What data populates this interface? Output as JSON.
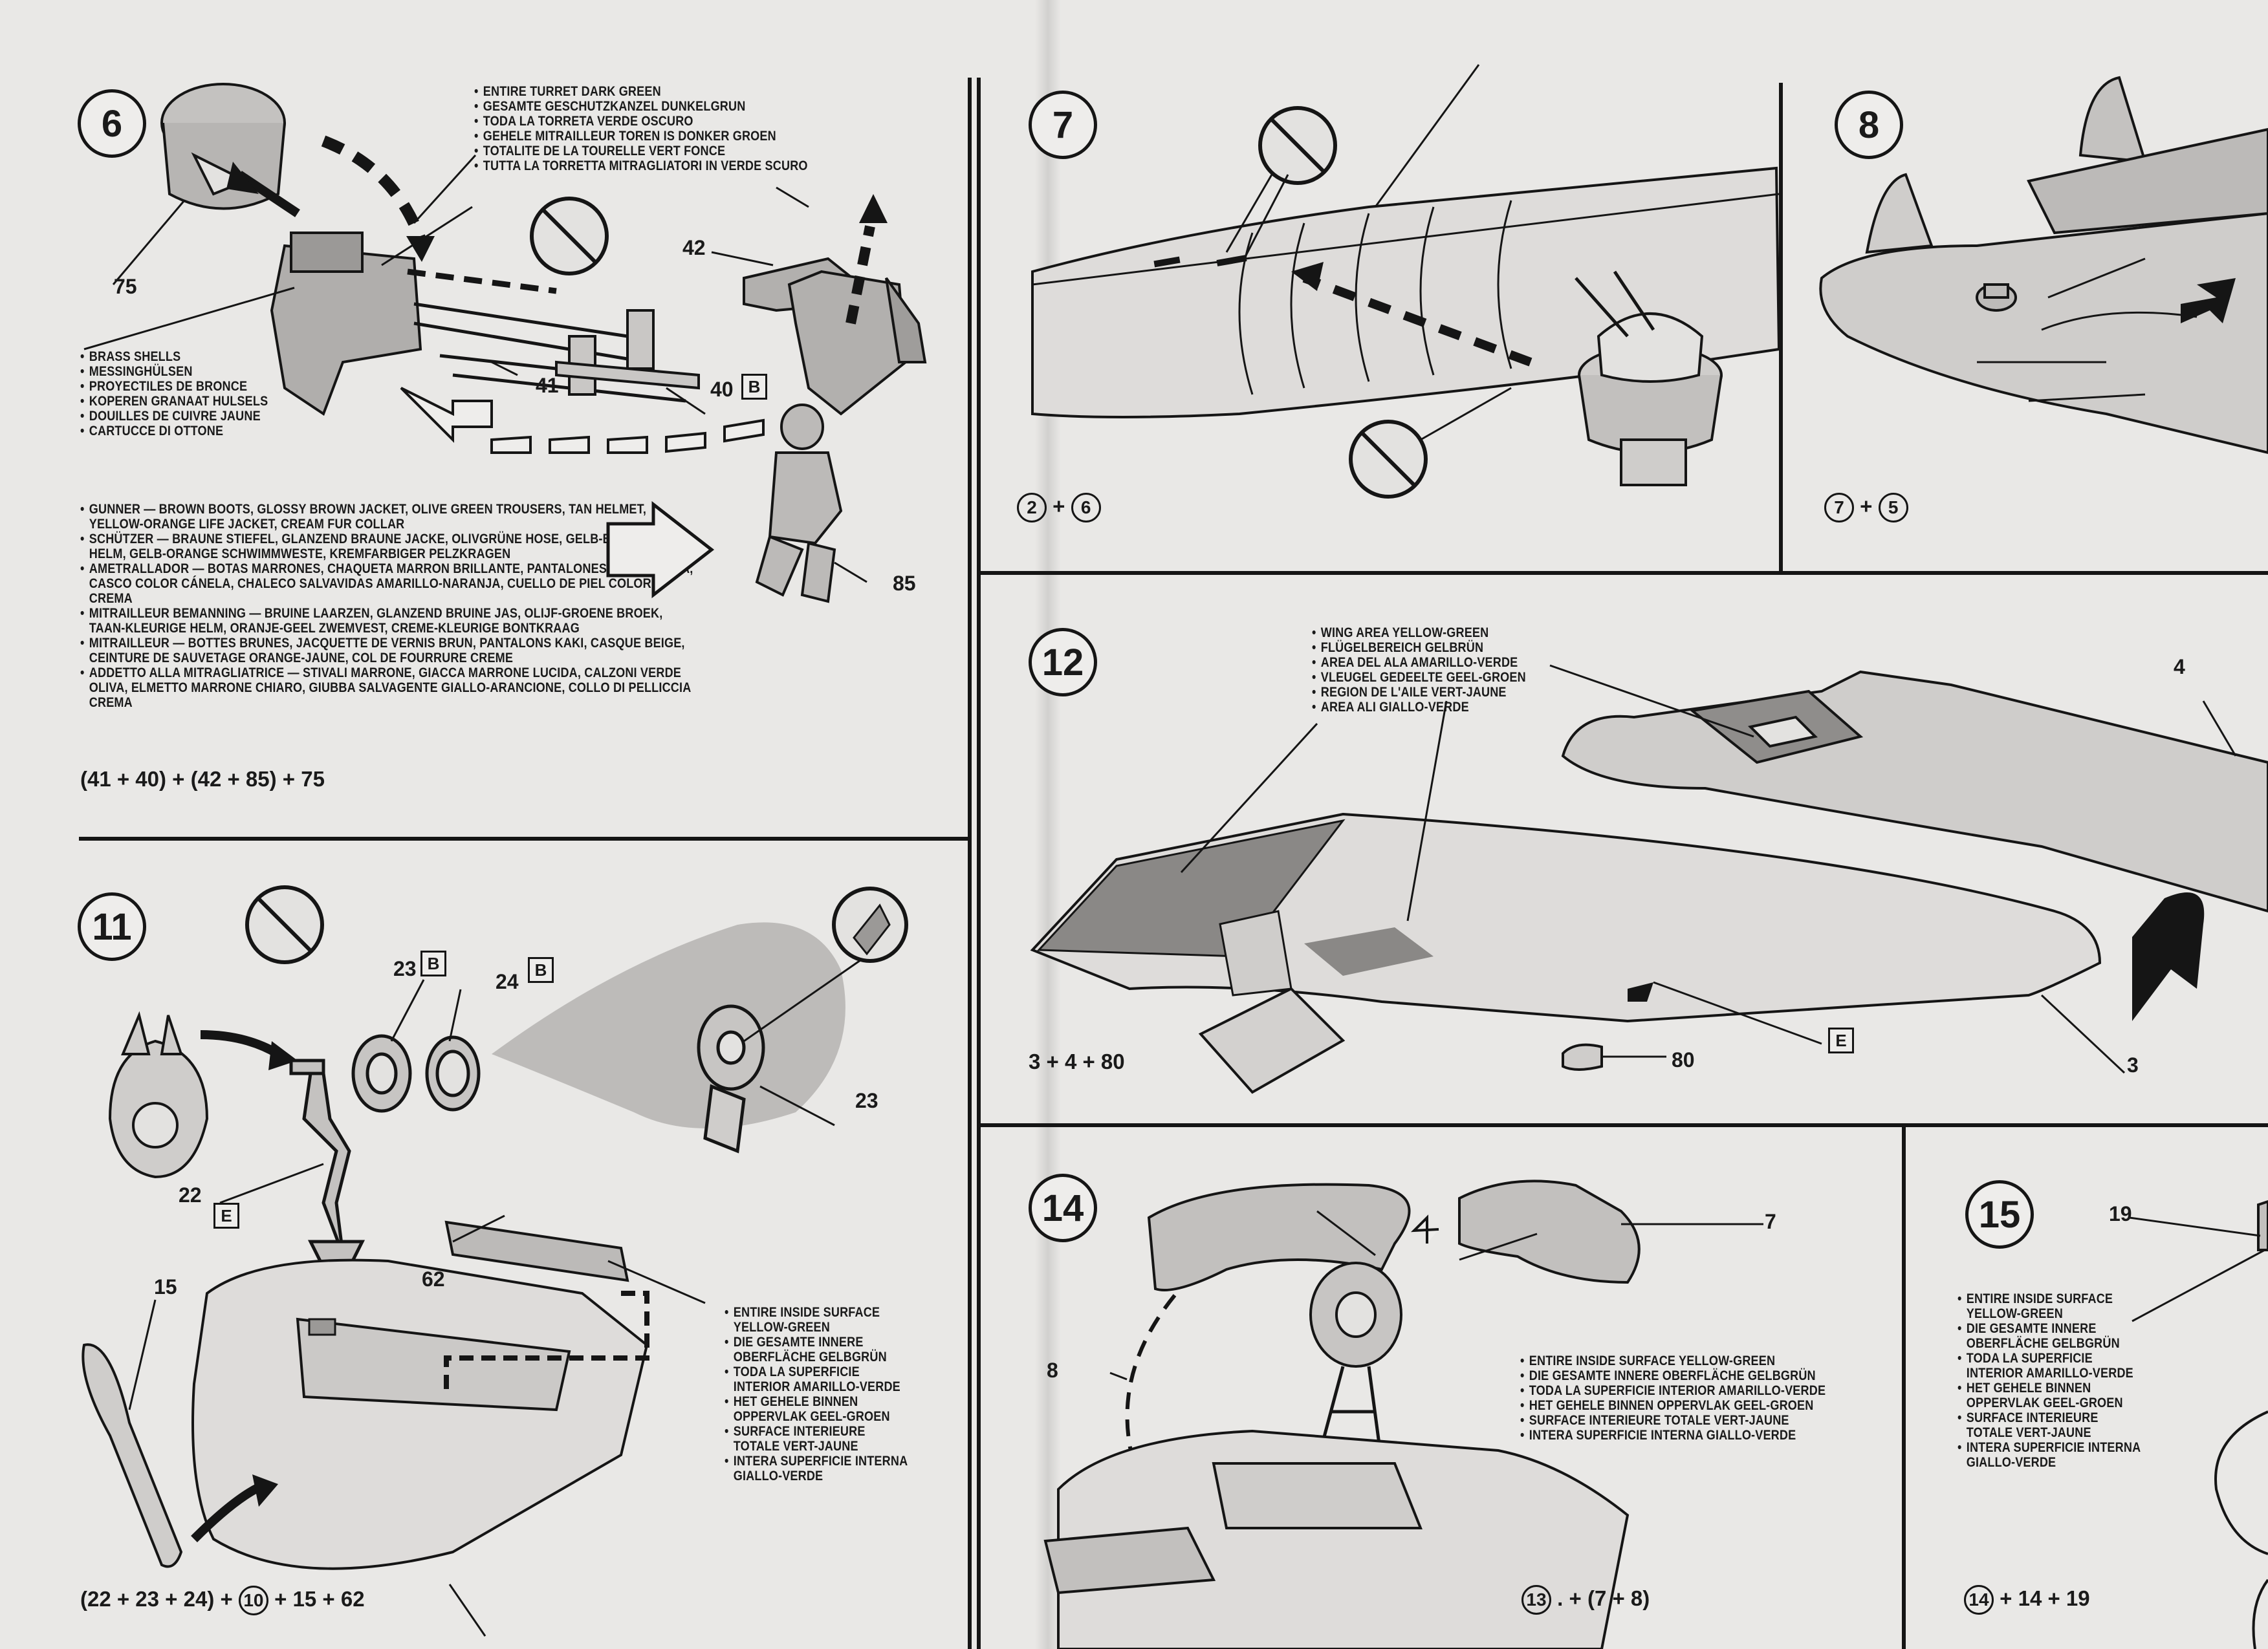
{
  "steps": {
    "s6": {
      "number": "6",
      "turret_note": [
        "ENTIRE TURRET DARK GREEN",
        "GESAMTE GESCHUTZKANZEL DUNKELGRUN",
        "TODA LA TORRETA VERDE OSCURO",
        "GEHELE MITRAILLEUR TOREN IS DONKER GROEN",
        "TOTALITE DE LA TOURELLE VERT FONCE",
        "TUTTA LA TORRETTA MITRAGLIATORI IN VERDE SCURO"
      ],
      "shells_note": [
        "BRASS SHELLS",
        "MESSINGHÜLSEN",
        "PROYECTILES DE BRONCE",
        "KOPEREN GRANAAT HULSELS",
        "DOUILLES DE CUIVRE JAUNE",
        "CARTUCCE DI OTTONE"
      ],
      "gunner_note": [
        "GUNNER — BROWN BOOTS, GLOSSY BROWN JACKET, OLIVE GREEN TROUSERS, TAN HELMET, YELLOW-ORANGE LIFE JACKET, CREAM FUR COLLAR",
        "SCHÜTZER — BRAUNE STIEFEL, GLANZEND BRAUNE JACKE, OLIVGRÜNE HOSE, GELB-BRAUNER HELM, GELB-ORANGE SCHWIMMWESTE, KREMFARBIGER PELZKRAGEN",
        "AMETRALLADOR — BOTAS MARRONES, CHAQUETA MARRON BRILLANTE, PANTALONES VERDE OLIVA, CASCO COLOR CÁNELA, CHALECO SALVAVIDAS AMARILLO-NARANJA, CUELLO DE PIEL COLOR CREMA",
        "MITRAILLEUR BEMANNING — BRUINE LAARZEN, GLANZEND BRUINE JAS, OLIJF-GROENE BROEK, TAAN-KLEURIGE HELM, ORANJE-GEEL ZWEMVEST, CREME-KLEURIGE BONTKRAAG",
        "MITRAILLEUR — BOTTES BRUNES, JACQUETTE DE VERNIS BRUN, PANTALONS KAKI, CASQUE BEIGE, CEINTURE DE SAUVETAGE ORANGE-JAUNE, COL DE FOURRURE CREME",
        "ADDETTO ALLA MITRAGLIATRICE — STIVALI MARRONE, GIACCA MARRONE LUCIDA, CALZONI VERDE OLIVA, ELMETTO MARRONE CHIARO, GIUBBA SALVAGENTE GIALLO-ARANCIONE, COLLO DI PELLICCIA CREMA"
      ],
      "parts": {
        "p75": "75",
        "p42": "42",
        "p41": "41",
        "p40": "40",
        "p85": "85",
        "tagB": "B"
      },
      "formula": "(41 + 40) + (42 + 85) + 75"
    },
    "s7": {
      "number": "7",
      "formula_a": "2",
      "formula_plus": "+",
      "formula_b": "6"
    },
    "s8": {
      "number": "8",
      "formula_a": "7",
      "formula_plus": "+",
      "formula_b": "5"
    },
    "s11": {
      "number": "11",
      "inside_note": [
        "ENTIRE INSIDE SURFACE YELLOW-GREEN",
        "DIE GESAMTE INNERE OBERFLÄCHE GELBGRÜN",
        "TODA LA SUPERFICIE INTERIOR AMARILLO-VERDE",
        "HET GEHELE BINNEN OPPERVLAK GEEL-GROEN",
        "SURFACE INTERIEURE TOTALE VERT-JAUNE",
        "INTERA SUPERFICIE INTERNA GIALLO-VERDE"
      ],
      "parts": {
        "p23": "23",
        "p24": "24",
        "p22": "22",
        "p15": "15",
        "p62": "62",
        "p23b": "23",
        "tagB": "B",
        "tagE": "E"
      },
      "formula_pre": "(22 + 23 + 24) +",
      "formula_circ": "10",
      "formula_post": "+ 15 + 62"
    },
    "s12": {
      "number": "12",
      "wing_note": [
        "WING AREA YELLOW-GREEN",
        "FLÜGELBEREICH GELBRÜN",
        "AREA DEL ALA AMARILLO-VERDE",
        "VLEUGEL GEDEELTE GEEL-GROEN",
        "REGION DE L'AILE VERT-JAUNE",
        "AREA ALI GIALLO-VERDE"
      ],
      "parts": {
        "p4": "4",
        "p3": "3",
        "p80": "80",
        "tagE": "E"
      },
      "formula": "3 + 4 + 80"
    },
    "s14": {
      "number": "14",
      "inside_note": [
        "ENTIRE INSIDE SURFACE YELLOW-GREEN",
        "DIE GESAMTE INNERE OBERFLÄCHE GELBGRÜN",
        "TODA LA SUPERFICIE INTERIOR AMARILLO-VERDE",
        "HET GEHELE BINNEN OPPERVLAK GEEL-GROEN",
        "SURFACE INTERIEURE TOTALE VERT-JAUNE",
        "INTERA SUPERFICIE INTERNA GIALLO-VERDE"
      ],
      "parts": {
        "p7": "7",
        "p8": "8"
      },
      "formula_circ": "13",
      "formula_post": ". + (7 + 8)"
    },
    "s15": {
      "number": "15",
      "inside_note": [
        "ENTIRE INSIDE SURFACE YELLOW-GREEN",
        "DIE GESAMTE INNERE OBERFLÄCHE GELBGRÜN",
        "TODA LA SUPERFICIE INTERIOR AMARILLO-VERDE",
        "HET GEHELE BINNEN OPPERVLAK GEEL-GROEN",
        "SURFACE INTERIEURE TOTALE VERT-JAUNE",
        "INTERA SUPERFICIE INTERNA GIALLO-VERDE"
      ],
      "parts": {
        "p19": "19"
      },
      "formula_circ": "14",
      "formula_post": "+ 14 + 19"
    }
  },
  "colors": {
    "ink": "#151515",
    "paper": "#e9e8e6",
    "shade": "#b9b7b5",
    "blob": "#bdbbb9"
  },
  "icons": [
    "no-glue-icon",
    "glue-icon",
    "direction-arrow-icon",
    "dashed-arrow-icon"
  ]
}
